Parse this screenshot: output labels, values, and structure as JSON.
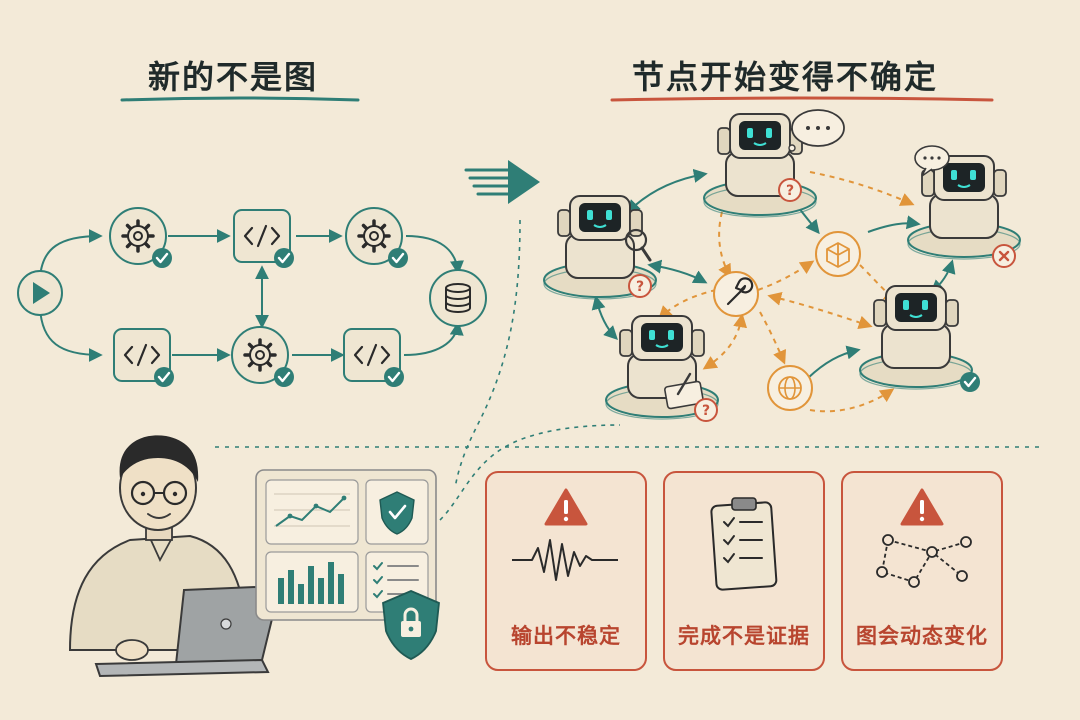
{
  "left": {
    "title": "新的不是图",
    "accent": "#2f7e76"
  },
  "right": {
    "title": "节点开始变得不确定",
    "accent": "#c8553d"
  },
  "cards": [
    {
      "label": "输出不稳定",
      "icon": "warning-icon"
    },
    {
      "label": "完成不是证据",
      "icon": "clipboard-checklist-icon"
    },
    {
      "label": "图会动态变化",
      "icon": "warning-icon"
    }
  ],
  "colors": {
    "teal": "#2f7e76",
    "orange": "#e1953a",
    "red": "#c8553d",
    "paper": "#f3ead8",
    "ink": "#2a2a2a"
  }
}
